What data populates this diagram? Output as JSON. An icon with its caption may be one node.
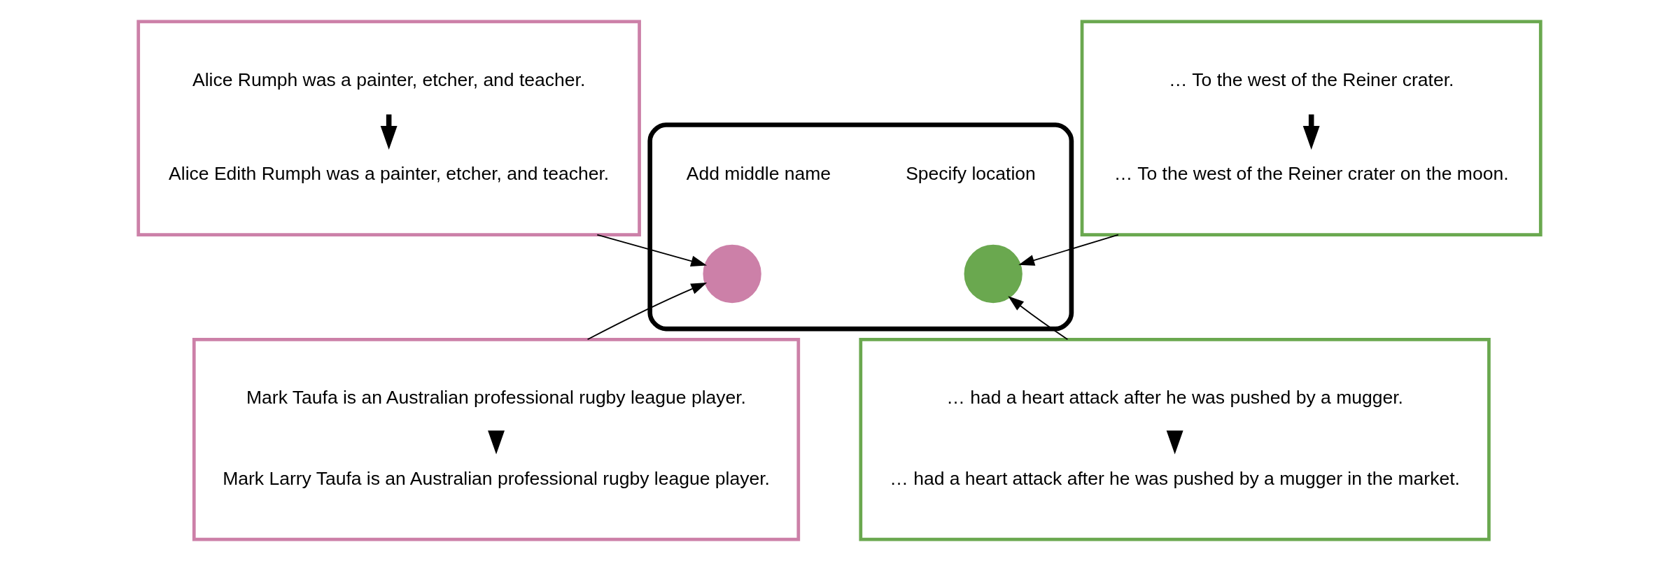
{
  "diagram": {
    "nodes": [
      {
        "text": [],
        "shape": "box"
      },
      {
        "text": [
          "Alice Rumph was a painter, etcher, and teacher."
        ],
        "in": 0
      },
      {
        "text": [
          "Alice Edith Rumph was a painter, etcher, and teacher."
        ],
        "in": 0
      },
      {
        "text": [],
        "shape": "box"
      },
      {
        "text": [
          "… To the west of the Reiner crater."
        ],
        "in": 3
      },
      {
        "text": [
          "… To the west of the Reiner crater on the moon."
        ],
        "in": 3
      },
      {
        "text": [],
        "shape": "box"
      },
      {
        "text": [],
        "shape": "circle",
        "in": 6,
        "beside": [
          "Add middle name"
        ]
      },
      {
        "text": [],
        "shape": "circle",
        "in": 6,
        "beside": [
          "Specify location"
        ]
      },
      {
        "text": [],
        "shape": "box"
      },
      {
        "text": [
          "Mark Taufa is an Australian professional rugby league player."
        ],
        "in": 9
      },
      {
        "text": [
          "Mark Larry Taufa is an Australian professional rugby league player."
        ],
        "in": 9
      },
      {
        "text": [],
        "shape": "box"
      },
      {
        "text": [
          "… had a heart attack after he was pushed by a mugger."
        ],
        "in": 12
      },
      {
        "text": [
          "… had a heart attack after he was pushed by a mugger in the market."
        ],
        "in": 12
      }
    ],
    "edges": [
      {
        "from": 1,
        "to": 2,
        "arrow": "to",
        "style": "thick"
      },
      {
        "from": 4,
        "to": 5,
        "arrow": "to",
        "style": "thick"
      },
      {
        "from": 10,
        "to": 11,
        "arrow": "to",
        "style": "thick"
      },
      {
        "from": 13,
        "to": 14,
        "arrow": "to",
        "style": "thick"
      },
      {
        "from": 0,
        "to": 7,
        "arrow": "to"
      },
      {
        "from": 3,
        "to": 8,
        "arrow": "to"
      },
      {
        "from": 9,
        "to": 7,
        "arrow": "to"
      },
      {
        "from": 12,
        "to": 8,
        "arrow": "to"
      }
    ]
  }
}
